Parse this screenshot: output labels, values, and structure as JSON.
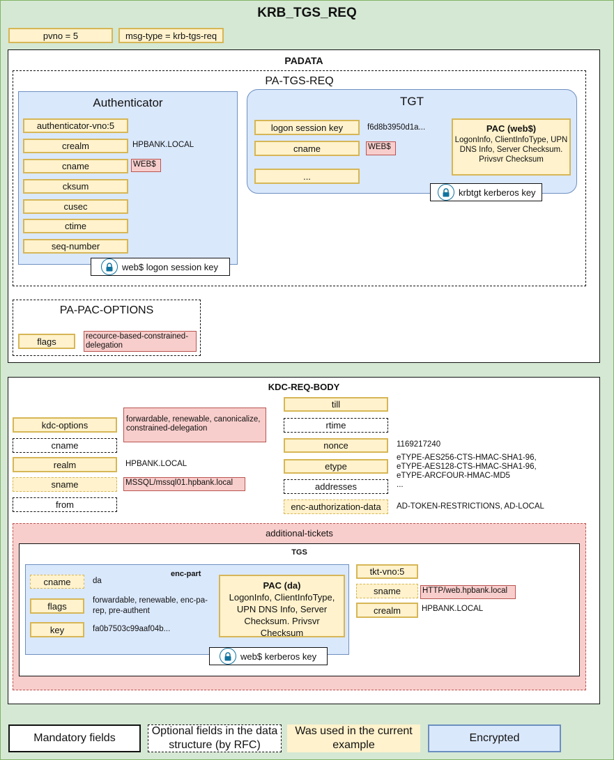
{
  "title": "KRB_TGS_REQ",
  "pvno": "pvno = 5",
  "msg_type": "msg-type = krb-tgs-req",
  "padata": {
    "title": "PADATA",
    "pa_tgs_req": {
      "title": "PA-TGS-REQ",
      "authenticator": {
        "title": "Authenticator",
        "fields": [
          "authenticator-vno:5",
          "crealm",
          "cname",
          "cksum",
          "cusec",
          "ctime",
          "seq-number"
        ],
        "crealm_value": "HPBANK.LOCAL",
        "cname_value": "WEB$",
        "key_label": "web$ logon session key"
      },
      "tgt": {
        "title": "TGT",
        "logon_session_key_label": "logon session key",
        "logon_session_key_value": "f6d8b3950d1a...",
        "cname_label": "cname",
        "cname_value": "WEB$",
        "more_label": "...",
        "pac_title": "PAC (web$)",
        "pac_text": "LogonInfo, ClientInfoType, UPN DNS Info, Server Checksum. Privsvr Checksum",
        "key_label": "krbtgt kerberos key"
      }
    },
    "pa_pac_options": {
      "title": "PA-PAC-OPTIONS",
      "flags_label": "flags",
      "flags_value": "recource-based-constrained-delegation"
    }
  },
  "kdc_req_body": {
    "title": "KDC-REQ-BODY",
    "kdc_options_label": "kdc-options",
    "kdc_options_value": "forwardable, renewable, canonicalize, constrained-delegation",
    "cname_label": "cname",
    "realm_label": "realm",
    "realm_value": "HPBANK.LOCAL",
    "sname_label": "sname",
    "sname_value": "MSSQL/mssql01.hpbank.local",
    "from_label": "from",
    "till_label": "till",
    "rtime_label": "rtime",
    "nonce_label": "nonce",
    "nonce_value": "1169217240",
    "etype_label": "etype",
    "etype_values": [
      "eTYPE-AES256-CTS-HMAC-SHA1-96,",
      "eTYPE-AES128-CTS-HMAC-SHA1-96,",
      "eTYPE-ARCFOUR-HMAC-MD5",
      "..."
    ],
    "addresses_label": "addresses",
    "enc_auth_label": "enc-authorization-data",
    "enc_auth_value": "AD-TOKEN-RESTRICTIONS, AD-LOCAL",
    "additional_tickets": {
      "title": "additional-tickets",
      "tgs": {
        "title": "TGS",
        "enc_part": {
          "title": "enc-part",
          "cname_label": "cname",
          "cname_value": "da",
          "flags_label": "flags",
          "flags_value": "forwardable, renewable, enc-pa-rep, pre-authent",
          "key_label": "key",
          "key_value": "fa0b7503c99aaf04b...",
          "pac_title": "PAC (da)",
          "pac_text": "LogonInfo, ClientInfoType, UPN DNS Info, Server Checksum. Privsvr Checksum",
          "kerberos_key_label": "web$ kerberos key"
        },
        "tkt_vno_label": "tkt-vno:5",
        "sname_label": "sname",
        "sname_value": "HTTP/web.hpbank.local",
        "crealm_label": "crealm",
        "crealm_value": "HPBANK.LOCAL"
      }
    }
  },
  "legend": {
    "mandatory": "Mandatory fields",
    "optional": "Optional fields in the data structure (by RFC)",
    "used": "Was used in the current example",
    "encrypted": "Encrypted"
  },
  "colors": {
    "outer_bg": "#d5e8d4",
    "field_bg": "#fff2cc",
    "field_border": "#d6b656",
    "value_highlight": "#f8cecc",
    "encrypted_bg": "#dae8fc",
    "lock_color": "#10739e"
  }
}
